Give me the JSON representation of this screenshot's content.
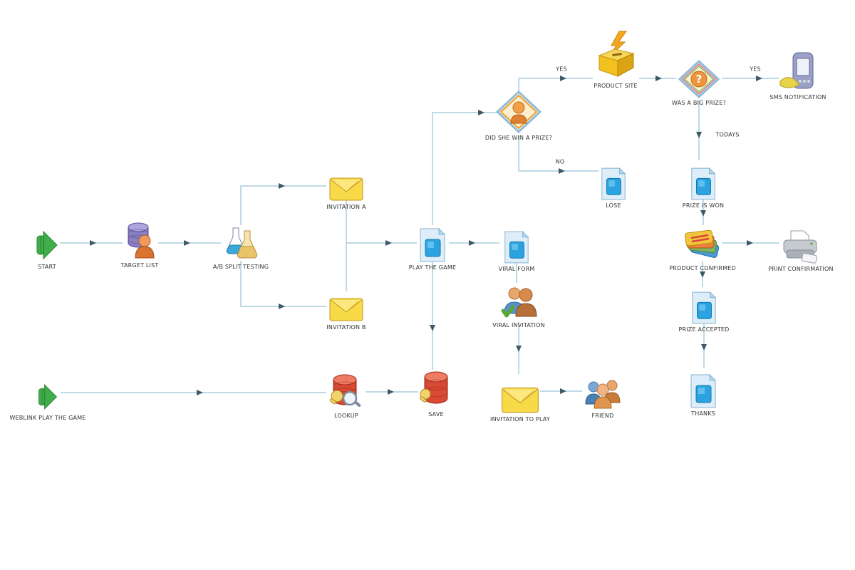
{
  "canvas": {
    "background": "#ffffff",
    "line_color": "#a9cede",
    "arrow_color": "#3c5a68",
    "label_color": "#333333"
  },
  "nodes": [
    {
      "id": "start",
      "label": "START",
      "icon": "green-arrow-icon"
    },
    {
      "id": "target-list",
      "label": "TARGET LIST",
      "icon": "database-person-icon"
    },
    {
      "id": "ab-split-testing",
      "label": "A/B SPLIT TESTING",
      "icon": "flasks-icon"
    },
    {
      "id": "invitation-a",
      "label": "INVITATION A",
      "icon": "envelope-icon"
    },
    {
      "id": "invitation-b",
      "label": "INVITATION B",
      "icon": "envelope-icon"
    },
    {
      "id": "play-the-game",
      "label": "PLAY THE GAME",
      "icon": "document-icon"
    },
    {
      "id": "viral-form",
      "label": "VIRAL FORM",
      "icon": "document-icon"
    },
    {
      "id": "viral-invitation",
      "label": "VIRAL INVITATION",
      "icon": "people-check-icon"
    },
    {
      "id": "did-she-win-prize",
      "label": "DID SHE WIN A PRIZE?",
      "icon": "decision-person-icon"
    },
    {
      "id": "product-site",
      "label": "PRODUCT SITE",
      "icon": "ballot-box-icon"
    },
    {
      "id": "was-a-big-prize",
      "label": "WAS A BIG PRIZE?",
      "icon": "decision-question-icon"
    },
    {
      "id": "sms-notification",
      "label": "SMS NOTIFICATION",
      "icon": "mobile-phone-icon"
    },
    {
      "id": "lose",
      "label": "LOSE",
      "icon": "document-icon"
    },
    {
      "id": "prize-is-won",
      "label": "PRIZE IS WON",
      "icon": "document-icon"
    },
    {
      "id": "product-confirmed",
      "label": "PRODUCT CONFIRMED",
      "icon": "stack-sheets-icon"
    },
    {
      "id": "print-confirmation",
      "label": "PRINT CONFIRMATION",
      "icon": "printer-icon"
    },
    {
      "id": "prize-accepted",
      "label": "PRIZE ACCEPTED",
      "icon": "document-icon"
    },
    {
      "id": "thanks",
      "label": "THANKS",
      "icon": "document-icon"
    },
    {
      "id": "weblink-play",
      "label": "WEBLINK PLAY THE GAME",
      "icon": "green-arrow-icon"
    },
    {
      "id": "lookup",
      "label": "LOOKUP",
      "icon": "database-search-icon"
    },
    {
      "id": "save",
      "label": "SAVE",
      "icon": "database-key-icon"
    },
    {
      "id": "invitation-to-play",
      "label": "INVITATION TO PLAY",
      "icon": "envelope-icon"
    },
    {
      "id": "friend",
      "label": "FRIEND",
      "icon": "people-group-icon"
    }
  ],
  "edge_labels": [
    {
      "id": "yes-product-site",
      "text": "YES"
    },
    {
      "id": "yes-sms",
      "text": "YES"
    },
    {
      "id": "no-lose",
      "text": "NO"
    },
    {
      "id": "todays-prize",
      "text": "TODAYS"
    }
  ]
}
